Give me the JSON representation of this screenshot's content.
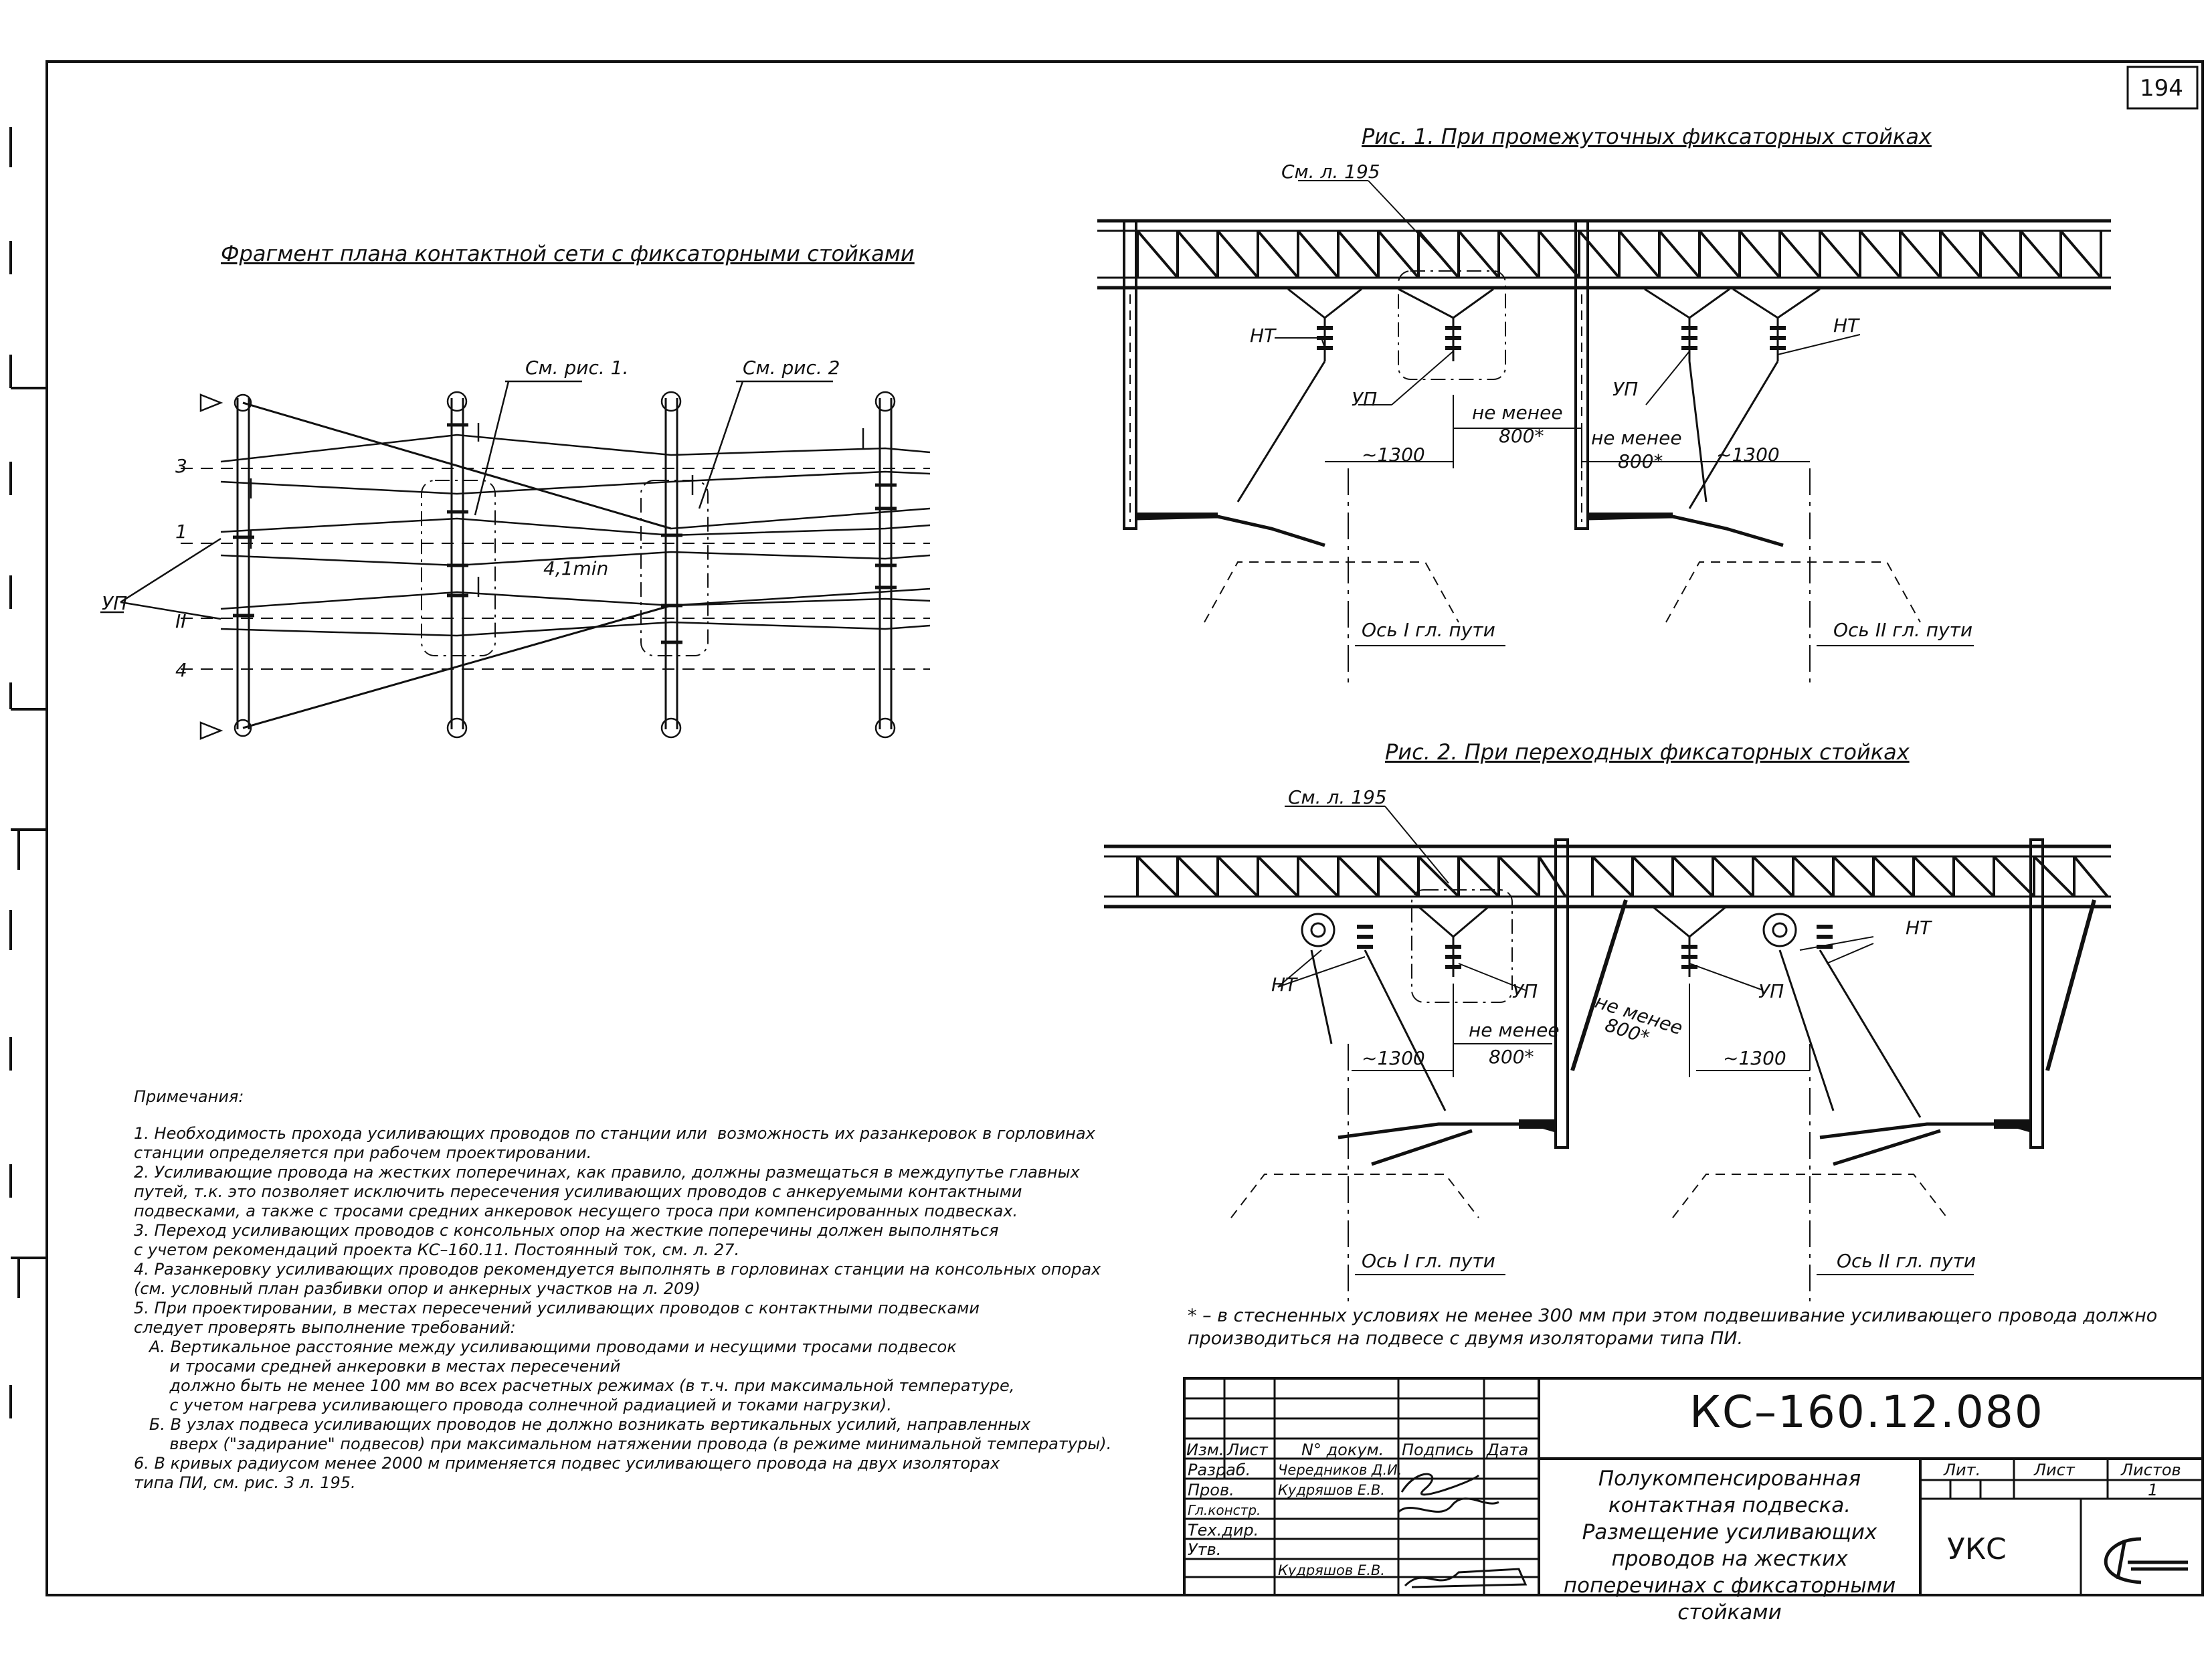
{
  "sheet": {
    "page_number": "194",
    "margin_marks": ""
  },
  "plan": {
    "title": "Фрагмент плана контактной сети с фиксаторными стойками",
    "refs": [
      "См. рис. 1.",
      "См. рис. 2"
    ],
    "row_labels": [
      "3",
      "1",
      "II",
      "4"
    ],
    "up_label": "УП",
    "span_label": "4,1min"
  },
  "fig1": {
    "title": "Рис. 1. При промежуточных фиксаторных стойках",
    "ref": "См. л. 195",
    "nt_left": "НТ",
    "nt_right": "НТ",
    "up_left": "УП",
    "up_right": "УП",
    "dim_min_1": "не менее",
    "dim_800_1": "800*",
    "dim_min_2": "не менее",
    "dim_800_2": "800*",
    "dim_1300_left": "~1300",
    "dim_1300_right": "~1300",
    "axis_1": "Ось I гл. пути",
    "axis_2": "Ось II гл. пути"
  },
  "fig2": {
    "title": "Рис. 2. При переходных фиксаторных стойках",
    "ref": "См. л. 195",
    "nt_left": "НТ",
    "nt_right": "НТ",
    "up_left": "УП",
    "up_right": "УП",
    "dim_min_1": "не менее",
    "dim_800_1": "800*",
    "dim_min_2": "не менее",
    "dim_800_2": "800*",
    "dim_1300_left": "~1300",
    "dim_1300_right": "~1300",
    "axis_1": "Ось I гл. пути",
    "axis_2": "Ось II гл. пути"
  },
  "footnote": "* – в стесненных условиях не менее 300 мм при этом подвешивание усиливающего провода должно\nпроизводиться на подвесе с двумя изоляторами типа ПИ.",
  "notes": {
    "heading": "Примечания:",
    "text": "1. Необходимость прохода усиливающих проводов по станции или  возможность их разанкеровок в горловинах\nстанции определяется при рабочем проектировании.\n2. Усиливающие провода на жестких поперечинах, как правило, должны размещаться в междупутье главных\nпутей, т.к. это позволяет исключить пересечения усиливающих проводов с анкеруемыми контактными\nподвесками, а также с тросами средних анкеровок несущего троса при компенсированных подвесках.\n3. Переход усиливающих проводов с консольных опор на жесткие поперечины должен выполняться\nс учетом рекомендаций проекта КС–160.11. Постоянный ток, см. л. 27.\n4. Разанкеровку усиливающих проводов рекомендуется выполнять в горловинах станции на консольных опорах\n(см. условный план разбивки опор и анкерных участков на л. 209)\n5. При проектировании, в местах пересечений усиливающих проводов с контактными подвесками\nследует проверять выполнение требований:\n   А. Вертикальное расстояние между усиливающими проводами и несущими тросами подвесок\n       и тросами средней анкеровки в местах пересечений\n       должно быть не менее 100 мм во всех расчетных режимах (в т.ч. при максимальной температуре,\n       с учетом нагрева усиливающего провода солнечной радиацией и токами нагрузки).\n   Б. В узлах подвеса усиливающих проводов не должно возникать вертикальных усилий, направленных\n       вверх (\"задирание\" подвесов) при максимальном натяжении провода (в режиме минимальной температуры).\n6. В кривых радиусом менее 2000 м применяется подвес усиливающего провода на двух изоляторах\nтипа ПИ, см. рис. 3 л. 195."
  },
  "title_block": {
    "doc_code": "КС–160.12.080",
    "description": "Полукомпенсированная контактная подвеска. Размещение усиливающих проводов на жестких поперечинах с фиксаторными стойками",
    "col_headers": [
      "Изм.",
      "Лист",
      "N° докум.",
      "Подпись",
      "Дата"
    ],
    "roles": [
      {
        "role": "Разраб.",
        "name": "Чередников Д.И."
      },
      {
        "role": "Пров.",
        "name": "Кудряшов Е.В."
      },
      {
        "role": "Гл.констр.",
        "name": ""
      },
      {
        "role": "Тех.дир.",
        "name": ""
      },
      {
        "role": "Утв.",
        "name": "Кудряшов Е.В."
      }
    ],
    "lit_label": "Лит.",
    "sheet_label": "Лист",
    "sheets_label": "Листов",
    "sheets_count": "1",
    "org": "УКС"
  }
}
